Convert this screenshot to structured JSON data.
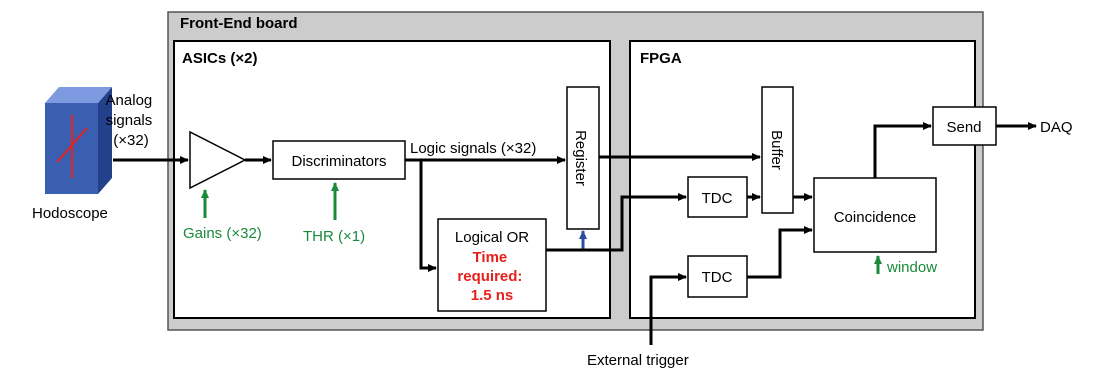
{
  "diagram": {
    "frontend_title": "Front-End board",
    "asics_title": "ASICs (×2)",
    "fpga_title": "FPGA",
    "hodoscope_label": "Hodoscope",
    "analog_label": [
      "Analog",
      "signals",
      "(×32)"
    ],
    "discriminators_label": "Discriminators",
    "logic_signals_label": "Logic signals (×32)",
    "register_label": "Register",
    "buffer_label": "Buffer",
    "gains_label": "Gains (×32)",
    "thr_label": "THR (×1)",
    "logical_or_label": "Logical OR",
    "time_required_label": [
      "Time",
      "required:",
      "1.5 ns"
    ],
    "tdc_label": "TDC",
    "coincidence_label": "Coincidence",
    "window_label": "window",
    "send_label": "Send",
    "daq_label": "DAQ",
    "external_trigger_label": "External trigger",
    "colors": {
      "board_fill": "#cccccc",
      "green": "#1a8a3a",
      "red": "#e8201c",
      "blue": "#2b4ea0",
      "hodoscope": "#3b5fb0"
    }
  }
}
